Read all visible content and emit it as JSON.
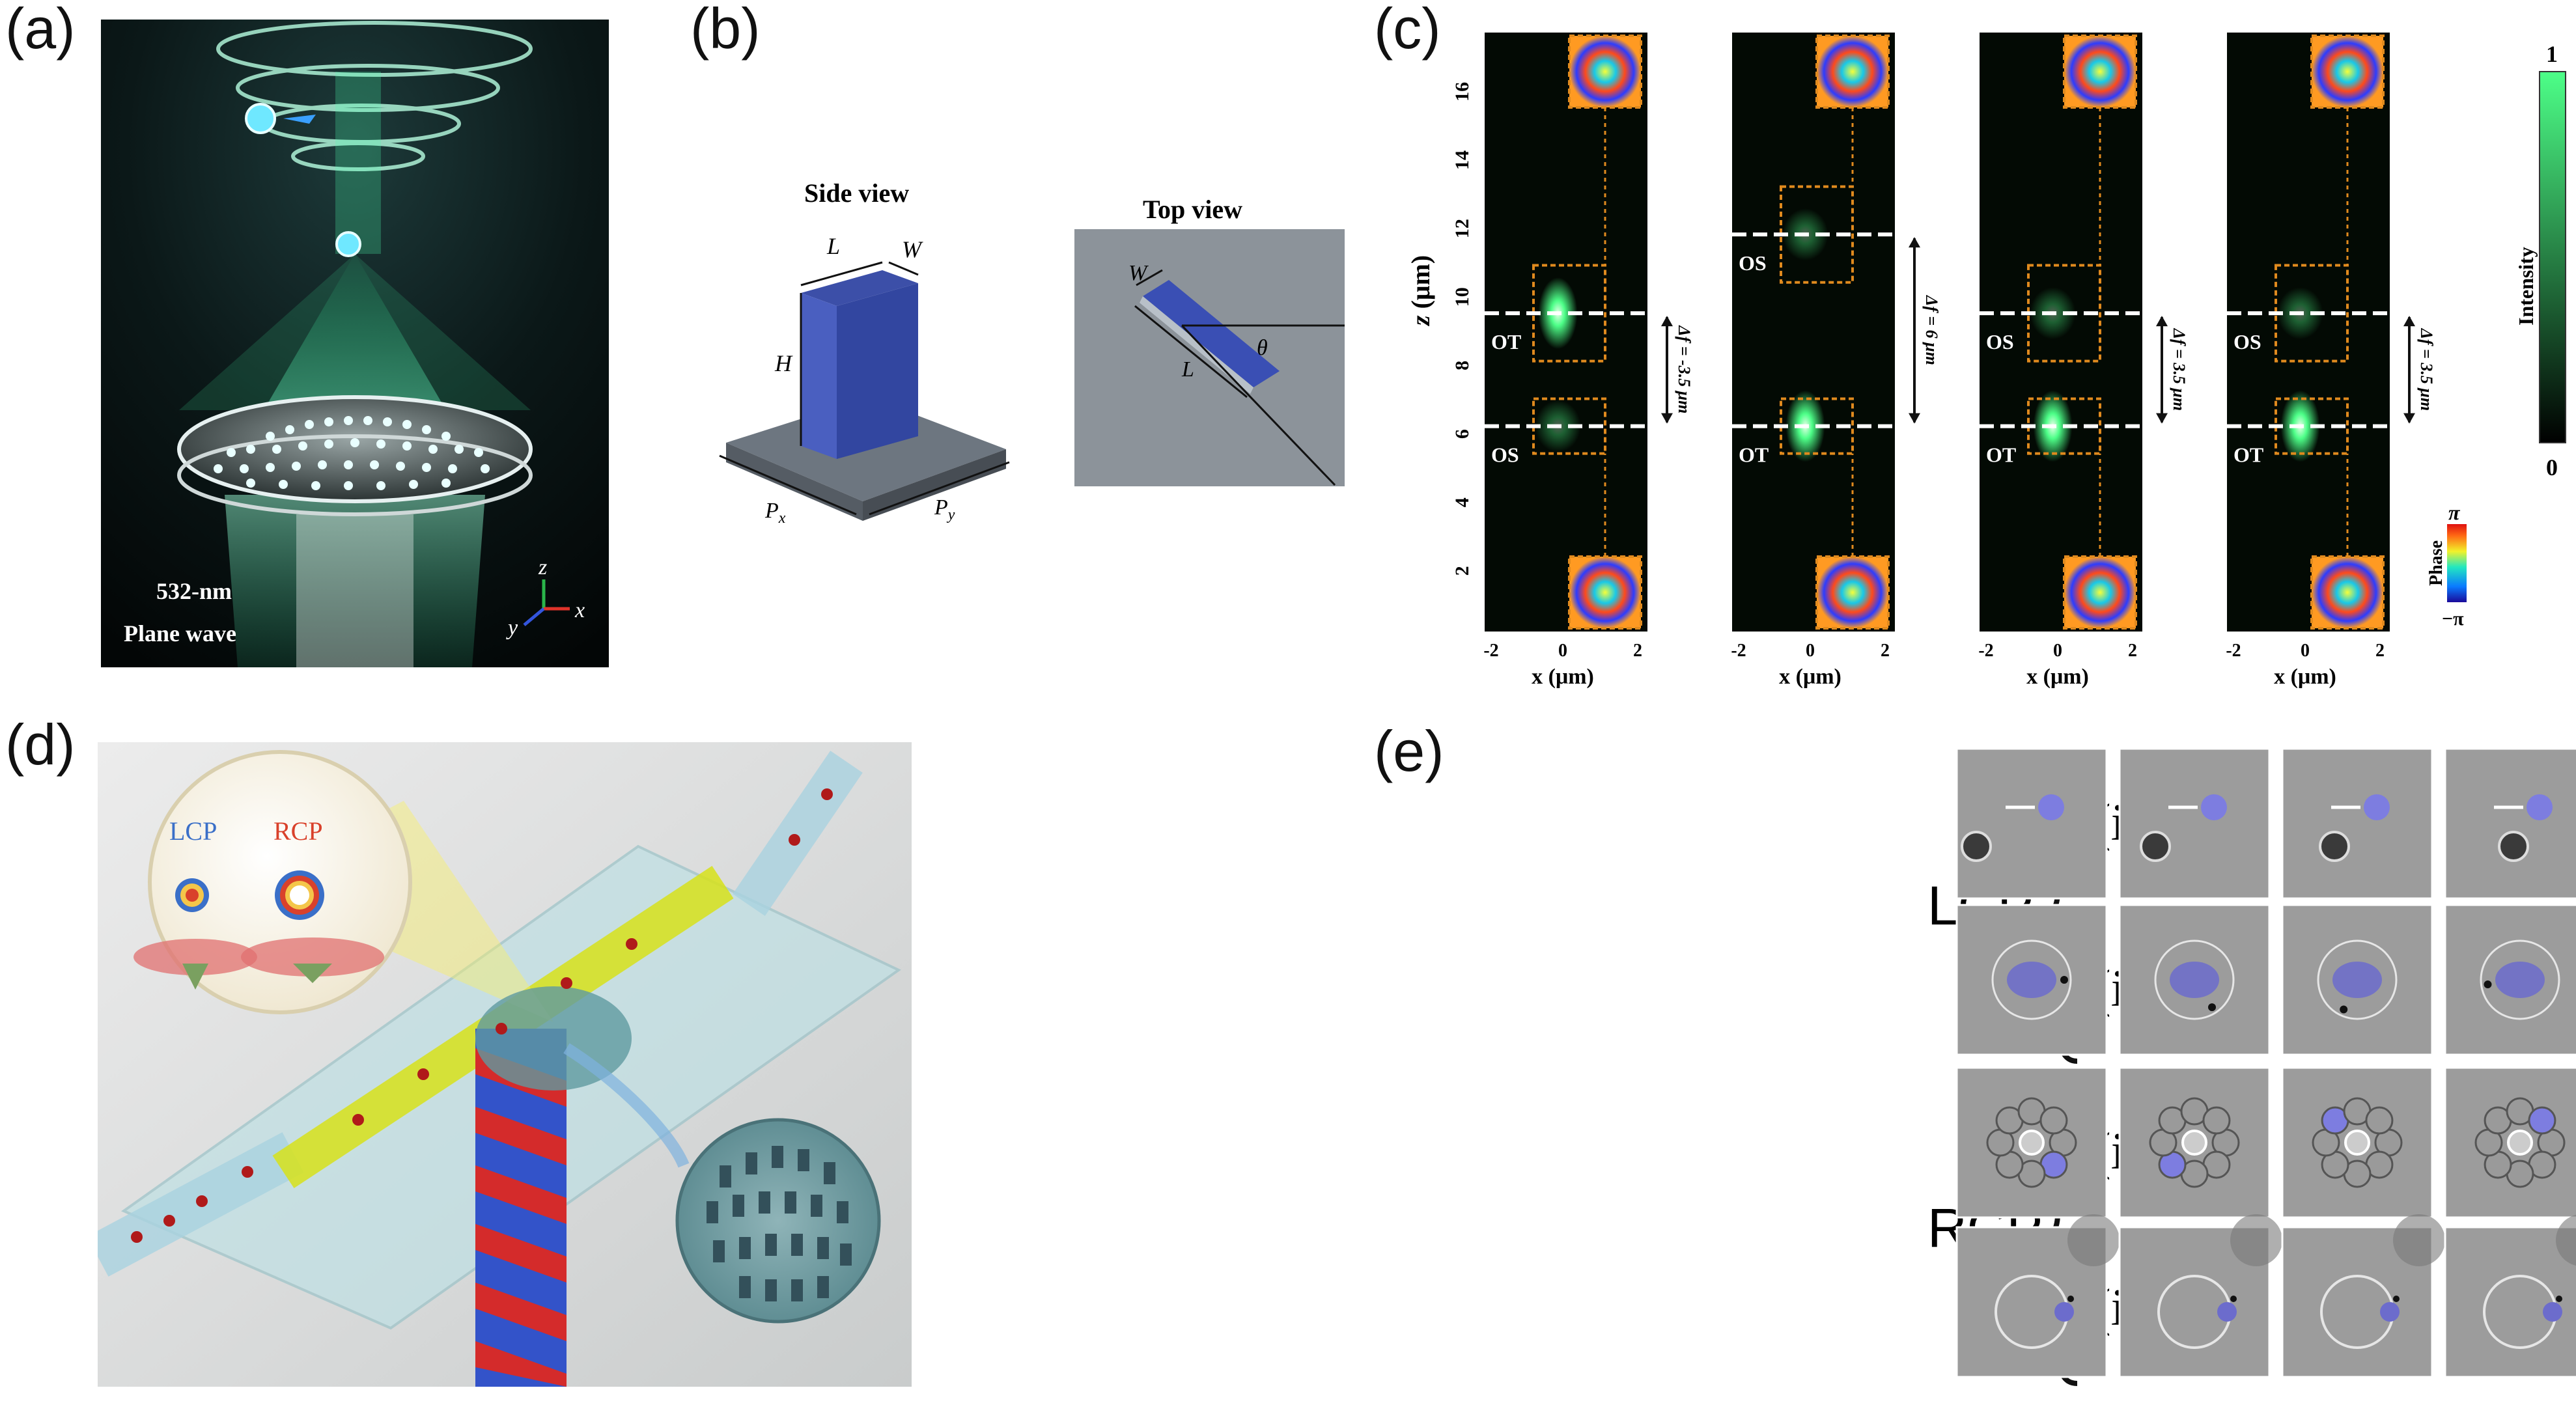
{
  "panel_labels": {
    "a": "(a)",
    "b": "(b)",
    "c": "(c)",
    "d": "(d)",
    "e": "(e)"
  },
  "panel_a": {
    "wavelength": "532-nm",
    "wave": "Plane wave",
    "axis_z": "z",
    "axis_x": "x",
    "axis_y": "y"
  },
  "panel_b": {
    "side_title": "Side view",
    "top_title": "Top view",
    "L": "L",
    "W": "W",
    "H": "H",
    "Px": "P",
    "Px_sub": "x",
    "Py": "P",
    "Py_sub": "y",
    "theta": "θ"
  },
  "panel_c": {
    "ylabel_var": "z",
    "ylabel_unit": " (μm)",
    "xlabel": "x (μm)",
    "yticks": [
      "16",
      "14",
      "12",
      "10",
      "8",
      "6",
      "4",
      "2"
    ],
    "xticks": [
      "-2",
      "0",
      "2"
    ],
    "plots": [
      {
        "upper": "OT",
        "lower": "OS",
        "delta": "Δf = -3.5 μm"
      },
      {
        "upper": "OS",
        "lower": "OT",
        "delta": "Δf = 6 μm"
      },
      {
        "upper": "OS",
        "lower": "OT",
        "delta": "Δf = 3.5 μm"
      },
      {
        "upper": "OS",
        "lower": "OT",
        "delta": "Δf = 3.5 μm"
      }
    ],
    "colorbar_intensity": {
      "max": "1",
      "min": "0",
      "label": "Intensity"
    },
    "colorbar_phase": {
      "max": "π",
      "min": "−π",
      "label": "Phase"
    },
    "colors": {
      "intensity_high": "#4dff88",
      "intensity_low": "#000000"
    }
  },
  "panel_d": {
    "lcp": "LCP",
    "rcp": "RCP",
    "colors": {
      "lcp": "#3a6fc8",
      "rcp": "#d9412b"
    }
  },
  "panel_e": {
    "group1": "LCP",
    "group2": "RCP",
    "rows": [
      "(i)",
      "(ii)",
      "(iii)",
      "(iv)"
    ],
    "columns": 5
  }
}
